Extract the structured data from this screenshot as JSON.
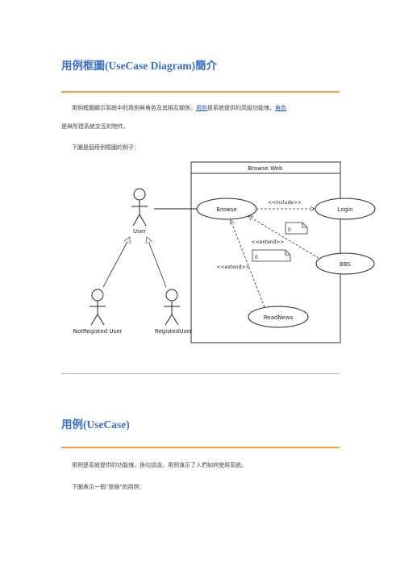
{
  "sections": [
    {
      "heading": "用例框圖(UseCase Diagram)簡介",
      "para1": {
        "t1": "用例框圖顯示系統中的用例與角色及其相互關係。",
        "link1": "用例",
        "t2": "是系統提供的高級功能塊，",
        "link2": "角色",
        "t3": "是與所建系統交互的物件。"
      },
      "para2": "下圖是個用例框圖的例子："
    },
    {
      "heading": "用例(UseCase)",
      "para1": "用例是系統提供的功能塊，換句話說，用例演示了人們如何使用系統。",
      "para2": "下圖表示一個\"登錄\"的用例："
    }
  ],
  "diagram": {
    "system_title": "Browse Web",
    "actors": [
      "User",
      "NotRegisted User",
      "RegistedUser"
    ],
    "usecases": [
      "Browse",
      "Login",
      "BBS",
      "ReadNews"
    ],
    "relations": [
      "<<include>>",
      "<<extend>>",
      "<<extend>>"
    ],
    "notes": [
      "0",
      "0"
    ]
  }
}
